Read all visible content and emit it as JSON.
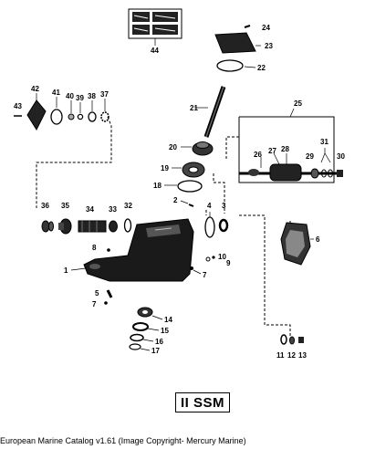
{
  "diagram": {
    "title": "II SSM",
    "caption": "European Marine Catalog v1.61 (Image Copyright- Mercury Marine)",
    "callouts": [
      "1",
      "2",
      "3",
      "4",
      "5",
      "6",
      "7",
      "7",
      "8",
      "9",
      "10",
      "11",
      "12",
      "13",
      "14",
      "15",
      "16",
      "17",
      "18",
      "19",
      "20",
      "21",
      "22",
      "23",
      "24",
      "25",
      "26",
      "27",
      "28",
      "29",
      "30",
      "31",
      "32",
      "33",
      "34",
      "35",
      "36",
      "37",
      "38",
      "39",
      "40",
      "41",
      "42",
      "43",
      "44"
    ]
  }
}
